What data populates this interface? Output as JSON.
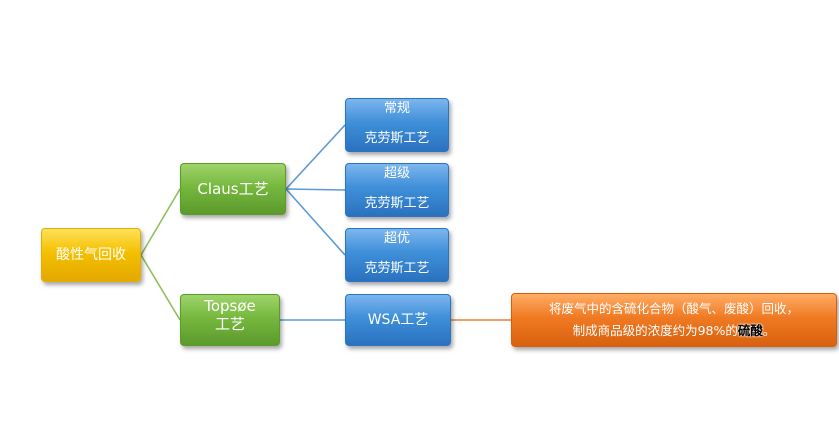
{
  "nodes": {
    "root": "酸性气回收",
    "claus": "Claus工艺",
    "claus_children": [
      {
        "line1": "常规",
        "line2": "克劳斯工艺"
      },
      {
        "line1": "超级",
        "line2": "克劳斯工艺"
      },
      {
        "line1": "超优",
        "line2": "克劳斯工艺"
      }
    ],
    "topsoe": {
      "line1": "Topsøe",
      "line2": "工艺"
    },
    "wsa": "WSA工艺",
    "description": {
      "line1": "将废气中的含硫化合物（酸气、废酸）回收，",
      "line2_prefix": "制成商品级的浓度约为98%的",
      "line2_bold": "硫酸",
      "line2_suffix": "。"
    }
  },
  "colors": {
    "root": "#f4c000",
    "level1": "#76b83e",
    "level2": "#3f8fd9",
    "description": "#f07a23",
    "connector_green": "#8cc05a",
    "connector_blue": "#5b9bd5",
    "connector_orange": "#ed7d31"
  }
}
